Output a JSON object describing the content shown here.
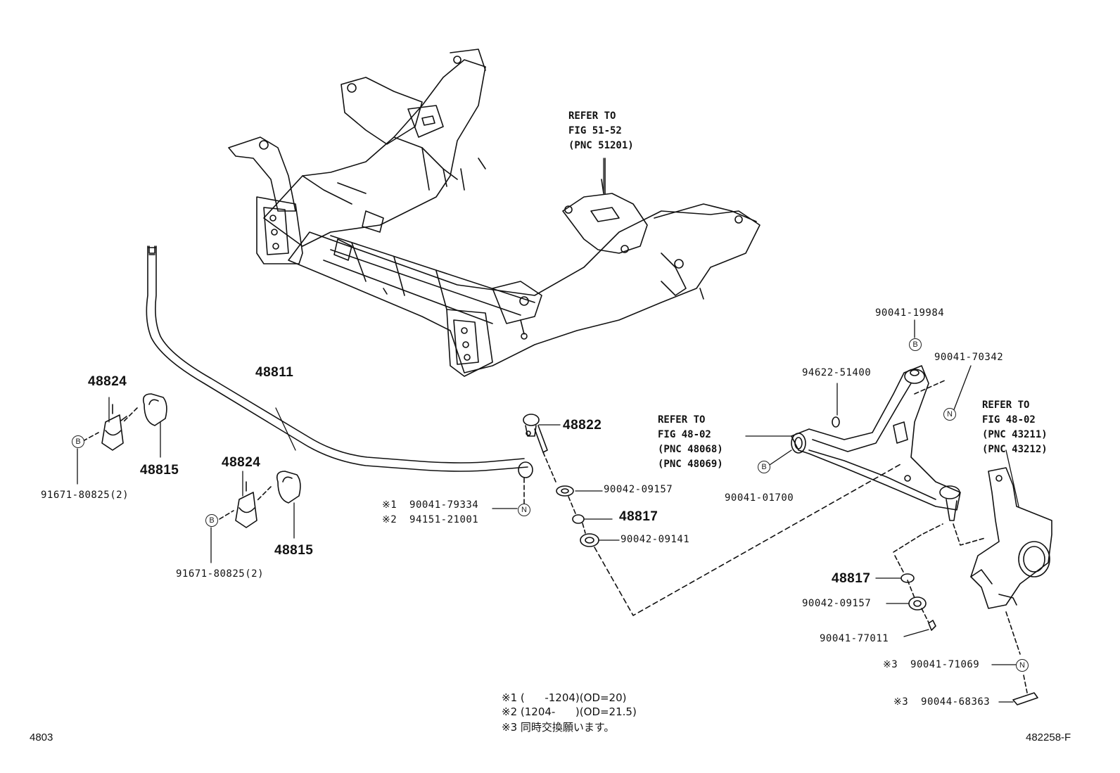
{
  "refs": {
    "frame": [
      "REFER TO",
      "FIG 51-52",
      "(PNC 51201)"
    ],
    "arm": [
      "REFER TO",
      "FIG 48-02",
      "(PNC 48068)",
      "(PNC 48069)"
    ],
    "knuckle": [
      "REFER TO",
      "FIG 48-02",
      "(PNC 43211)",
      "(PNC 43212)"
    ]
  },
  "parts": {
    "p48811": "48811",
    "p48824a": "48824",
    "p48815a": "48815",
    "p48824b": "48824",
    "p48815b": "48815",
    "p48822": "48822",
    "p48817a": "48817",
    "p48817b": "48817",
    "p91671a": "91671-80825(2)",
    "p91671b": "91671-80825(2)",
    "p9004209157a": "90042-09157",
    "p9004209141": "90042-09141",
    "p9004109984": "90041-19984",
    "p9004170342": "90041-70342",
    "p9462251400": "94622-51400",
    "p9004101700": "90041-01700",
    "p9004209157b": "90042-09157",
    "p9004177011": "90041-77011",
    "p9004179334": "※1  90041-79334",
    "p9415121001": "※2  94151-21001",
    "p9004171069": "※3  90041-71069",
    "p9004468363": "※3  90044-68363"
  },
  "symbols": {
    "b": "B",
    "n": "N"
  },
  "notes": {
    "n1": "※1 (      -1204)(OD=20)",
    "n2": "※2 (1204-      )(OD=21.5)",
    "n3": "※3 同時交換願います。"
  },
  "footer": {
    "left": "4803",
    "right": "482258-F"
  }
}
